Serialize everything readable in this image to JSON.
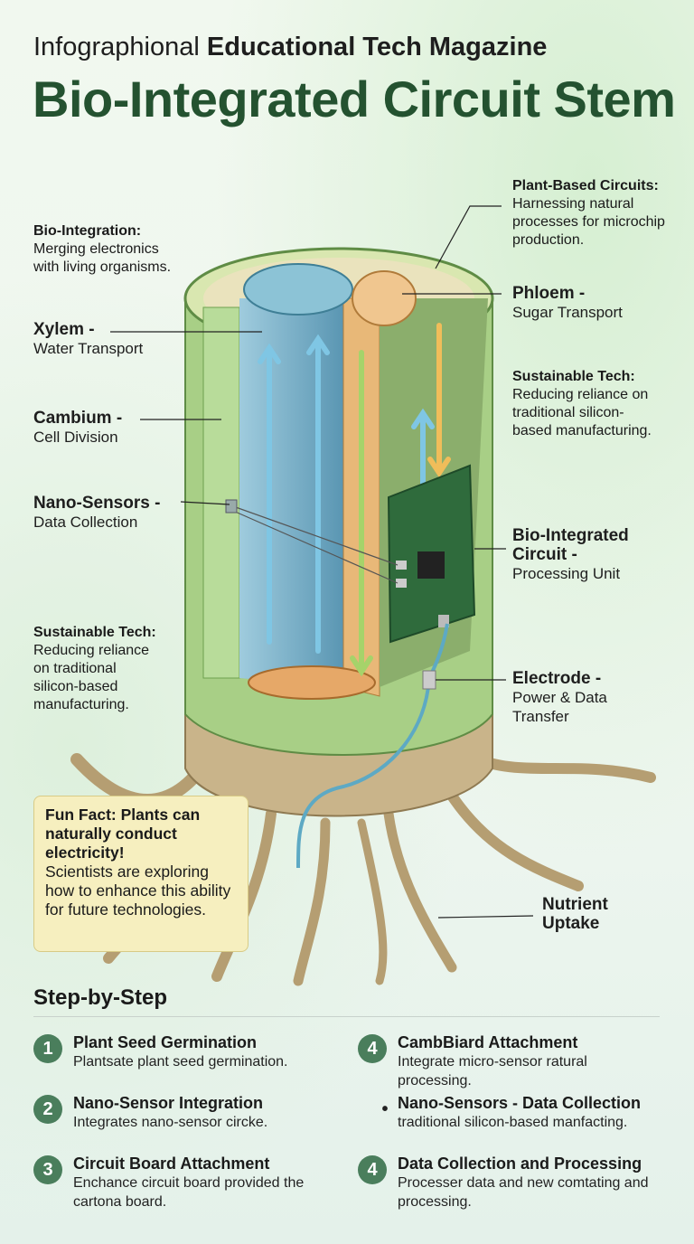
{
  "header": {
    "subtitle_light": "Infographional",
    "subtitle_bold": "Educational Tech Magazine",
    "title": "Bio-Integrated Circuit Stem"
  },
  "labels": {
    "bio_integration": {
      "title": "Bio-Integration:",
      "text": "Merging electronics with living organisms."
    },
    "xylem": {
      "title": "Xylem -",
      "text": "Water Transport"
    },
    "cambium": {
      "title": "Cambium -",
      "text": "Cell Division"
    },
    "nano_sensors": {
      "title": "Nano-Sensors -",
      "text": "Data Collection"
    },
    "sustainable_left": {
      "title": "Sustainable Tech:",
      "text": "Reducing reliance on traditional silicon-based manufacturing."
    },
    "plant_based": {
      "title": "Plant-Based Circuits:",
      "text": "Harnessing natural processes for microchip production."
    },
    "phloem": {
      "title": "Phloem -",
      "text": "Sugar Transport"
    },
    "sustainable_right": {
      "title": "Sustainable Tech:",
      "text": "Reducing reliance on traditional silicon-based manufacturing."
    },
    "circuit": {
      "title": "Bio-Integrated Circuit -",
      "text": "Processing Unit"
    },
    "electrode": {
      "title": "Electrode -",
      "text": "Power & Data Transfer"
    },
    "nutrient": {
      "title": "Nutrient Uptake"
    }
  },
  "fun_fact": {
    "title": "Fun Fact: Plants can naturally conduct electricity!",
    "text": "Scientists are exploring how to enhance this ability for future technologies."
  },
  "steps": {
    "heading": "Step-by-Step",
    "items": [
      {
        "num": "1",
        "title": "Plant Seed Germination",
        "text": "Plantsate plant seed germination."
      },
      {
        "num": "2",
        "title": "Nano-Sensor Integration",
        "text": "Integrates nano-sensor circke."
      },
      {
        "num": "3",
        "title": "Circuit Board Attachment",
        "text": "Enchance circuit board provided the cartona board."
      },
      {
        "num": "4",
        "title": "CambBiard Attachment",
        "text": "Integrate micro-sensor ratural processing."
      },
      {
        "num": "•",
        "title": "Nano-Sensors - Data Collection",
        "text": "traditional silicon-based manfacting."
      },
      {
        "num": "4",
        "title": "Data Collection and Processing",
        "text": "Processer data and new comtating and processing."
      }
    ]
  },
  "colors": {
    "title": "#245230",
    "step_badge": "#4a7e5c",
    "fun_fact_bg": "#f6efbf",
    "xylem": "#8cc3d6",
    "phloem": "#e8b878",
    "cambium": "#9ccb7a",
    "bark": "#c9b48a",
    "board": "#2f6b3c"
  }
}
